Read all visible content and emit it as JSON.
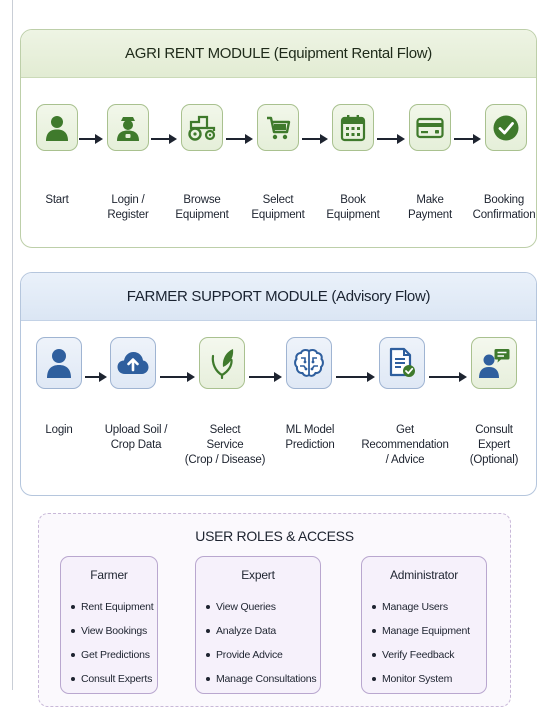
{
  "agri_rent": {
    "title": "AGRI RENT MODULE (Equipment Rental Flow)",
    "steps": [
      {
        "label": "Start",
        "icon": "person-icon"
      },
      {
        "label": "Login /\nRegister",
        "icon": "farmer-icon"
      },
      {
        "label": "Browse\nEquipment",
        "icon": "tractor-icon"
      },
      {
        "label": "Select\nEquipment",
        "icon": "cart-icon"
      },
      {
        "label": "Book\nEquipment",
        "icon": "calendar-icon"
      },
      {
        "label": "Make\nPayment",
        "icon": "card-icon"
      },
      {
        "label": "Booking\nConfirmation",
        "icon": "check-icon"
      }
    ]
  },
  "farmer_support": {
    "title": "FARMER SUPPORT MODULE (Advisory Flow)",
    "steps": [
      {
        "label": "Login",
        "icon": "person-icon"
      },
      {
        "label": "Upload Soil /\nCrop Data",
        "icon": "cloud-upload-icon"
      },
      {
        "label": "Select\nService\n(Crop / Disease)",
        "icon": "leaf-icon"
      },
      {
        "label": "ML Model\nPrediction",
        "icon": "brain-icon"
      },
      {
        "label": "Get\nRecommendation\n/ Advice",
        "icon": "document-check-icon"
      },
      {
        "label": "Consult\nExpert\n(Optional)",
        "icon": "expert-chat-icon"
      }
    ]
  },
  "roles": {
    "title": "USER ROLES & ACCESS",
    "cards": [
      {
        "name": "Farmer",
        "items": [
          "Rent Equipment",
          "View Bookings",
          "Get Predictions",
          "Consult Experts"
        ]
      },
      {
        "name": "Expert",
        "items": [
          "View Queries",
          "Analyze Data",
          "Provide Advice",
          "Manage Consultations"
        ]
      },
      {
        "name": "Administrator",
        "items": [
          "Manage Users",
          "Manage Equipment",
          "Verify Feedback",
          "Monitor System"
        ]
      }
    ]
  },
  "colors": {
    "green_accent": "#3f7a2c",
    "blue_accent": "#2f5f9e",
    "purple_border": "#b9a7cf"
  }
}
